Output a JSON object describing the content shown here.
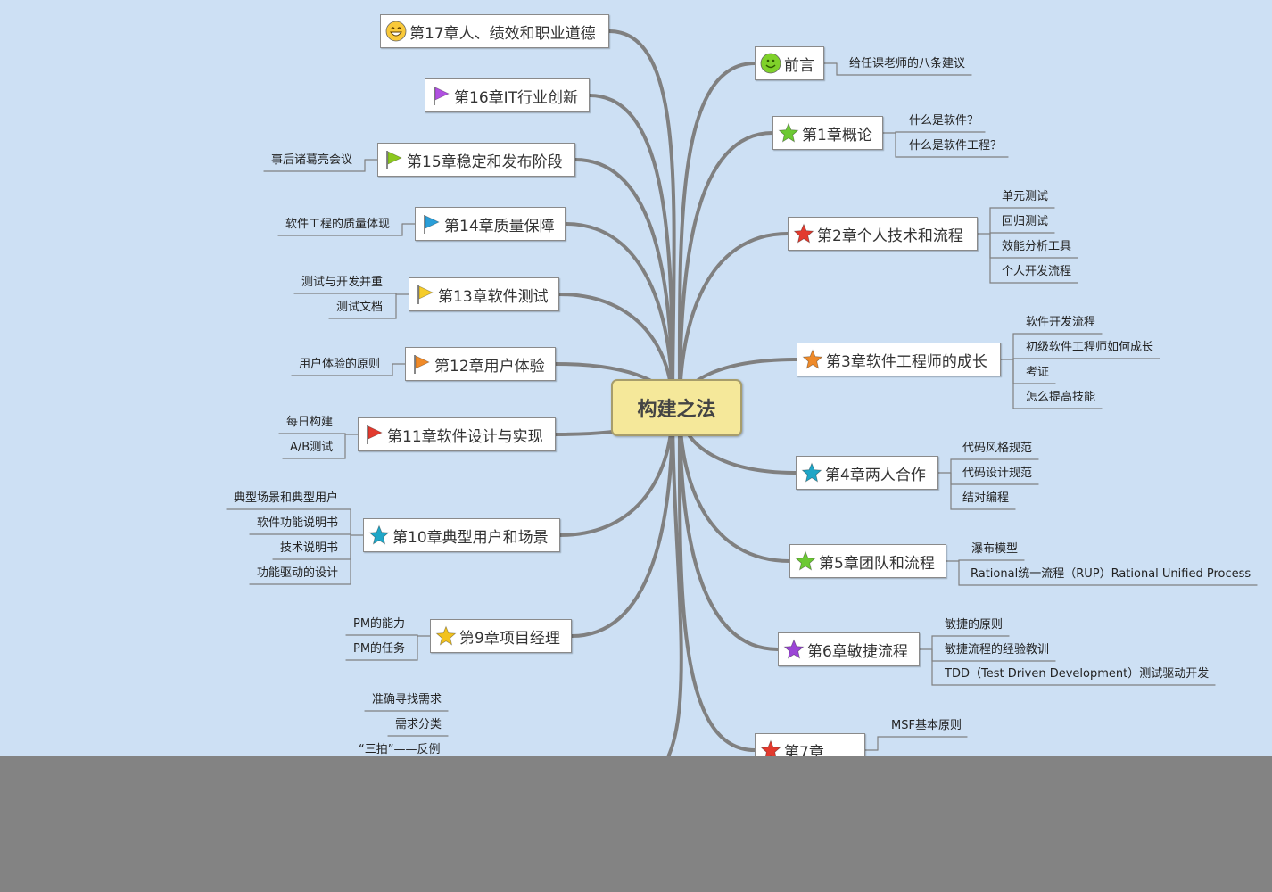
{
  "center": "构建之法",
  "colors": {
    "background": "#cde0f4",
    "branch": "#808080",
    "center_fill": "#f5e89a"
  },
  "right_topics": [
    {
      "label": "前言",
      "icon": "smiley-icon",
      "children": [
        "给任课老师的八条建议"
      ]
    },
    {
      "label": "第1章概论",
      "icon": "star-green-icon",
      "children": [
        "什么是软件？",
        "什么是软件工程？"
      ]
    },
    {
      "label": "第2章个人技术和流程",
      "icon": "star-red-icon",
      "children": [
        "单元测试",
        "回归测试",
        "效能分析工具",
        "个人开发流程"
      ]
    },
    {
      "label": "第3章软件工程师的成长",
      "icon": "star-orange-icon",
      "children": [
        "软件开发流程",
        "初级软件工程师如何成长",
        "考证",
        "怎么提高技能"
      ]
    },
    {
      "label": "第4章两人合作",
      "icon": "star-cyan-icon",
      "children": [
        "代码风格规范",
        "代码设计规范",
        "结对编程"
      ]
    },
    {
      "label": "第5章团队和流程",
      "icon": "star-green-icon",
      "children": [
        "瀑布模型",
        "Rational统一流程（RUP）Rational Unified Process"
      ]
    },
    {
      "label": "第6章敏捷流程",
      "icon": "star-purple-icon",
      "children": [
        "敏捷的原则",
        "敏捷流程的经验教训",
        "TDD（Test Driven Development）测试驱动开发"
      ]
    },
    {
      "label": "第7章",
      "icon": "star-red-icon",
      "children": [
        "MSF基本原则"
      ]
    }
  ],
  "left_topics": [
    {
      "label": "第17章人、绩效和职业道德",
      "icon": "grin-icon",
      "children": []
    },
    {
      "label": "第16章IT行业创新",
      "icon": "flag-purple-icon",
      "children": []
    },
    {
      "label": "第15章稳定和发布阶段",
      "icon": "flag-green-icon",
      "children": [
        "事后诸葛亮会议"
      ]
    },
    {
      "label": "第14章质量保障",
      "icon": "flag-blue-icon",
      "children": [
        "软件工程的质量体现"
      ]
    },
    {
      "label": "第13章软件测试",
      "icon": "flag-yellow-icon",
      "children": [
        "测试与开发并重",
        "测试文档"
      ]
    },
    {
      "label": "第12章用户体验",
      "icon": "flag-orange-icon",
      "children": [
        "用户体验的原则"
      ]
    },
    {
      "label": "第11章软件设计与实现",
      "icon": "flag-red-icon",
      "children": [
        "每日构建",
        "A/B测试"
      ]
    },
    {
      "label": "第10章典型用户和场景",
      "icon": "star-cyan-icon",
      "children": [
        "典型场景和典型用户",
        "软件功能说明书",
        "技术说明书",
        "功能驱动的设计"
      ]
    },
    {
      "label": "第9章项目经理",
      "icon": "star-yellow-icon",
      "children": [
        "PM的能力",
        "PM的任务"
      ]
    },
    {
      "label": "",
      "icon": "",
      "children": [
        "准确寻找需求",
        "需求分类",
        "“三拍”——反例"
      ]
    }
  ]
}
